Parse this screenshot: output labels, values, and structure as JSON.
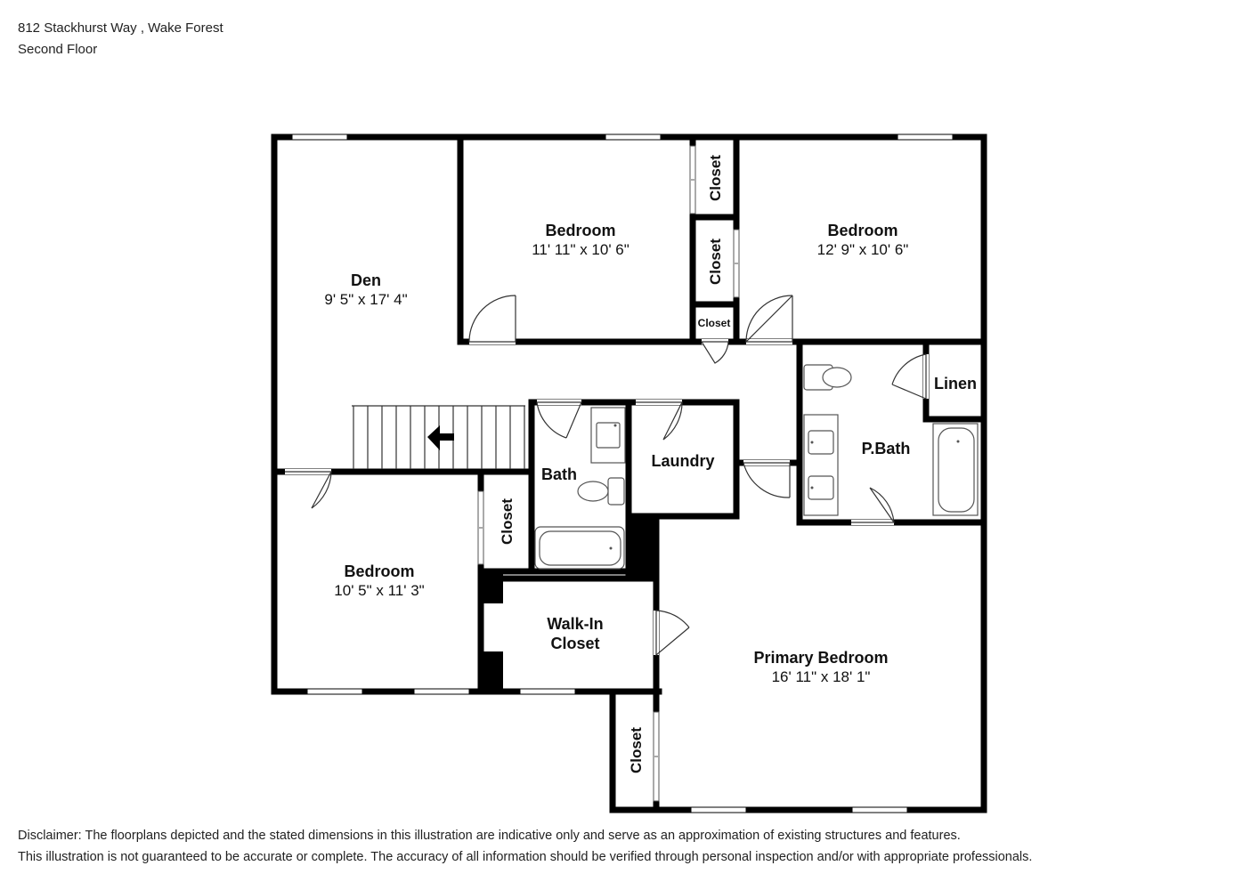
{
  "header": {
    "address": "812 Stackhurst Way , Wake Forest",
    "floor": "Second Floor"
  },
  "rooms": {
    "den": {
      "name": "Den",
      "dims": "9' 5\" x 17' 4\""
    },
    "bedroom_top_center": {
      "name": "Bedroom",
      "dims": "11' 11\" x 10' 6\""
    },
    "bedroom_top_right": {
      "name": "Bedroom",
      "dims": "12' 9\" x 10' 6\""
    },
    "bedroom_left": {
      "name": "Bedroom",
      "dims": "10' 5\" x 11' 3\""
    },
    "primary_bedroom": {
      "name": "Primary Bedroom",
      "dims": "16' 11\" x 18' 1\""
    },
    "bath": {
      "name": "Bath"
    },
    "laundry": {
      "name": "Laundry"
    },
    "p_bath": {
      "name": "P.Bath"
    },
    "linen": {
      "name": "Linen"
    },
    "walk_in_closet": {
      "line1": "Walk-In",
      "line2": "Closet"
    },
    "closets": {
      "top_upper": "Closet",
      "top_middle": "Closet",
      "top_small": "Closet",
      "left": "Closet",
      "bottom": "Closet"
    }
  },
  "disclaimer": {
    "line1": "Disclaimer: The floorplans depicted and the stated dimensions in this illustration are indicative only and serve as an approximation of existing structures and features.",
    "line2": "This illustration is not guaranteed to be accurate or complete. The accuracy of all information should be verified through personal inspection and/or with appropriate professionals."
  },
  "colors": {
    "wall": "#000000",
    "background": "#ffffff",
    "fixture": "#555555"
  }
}
